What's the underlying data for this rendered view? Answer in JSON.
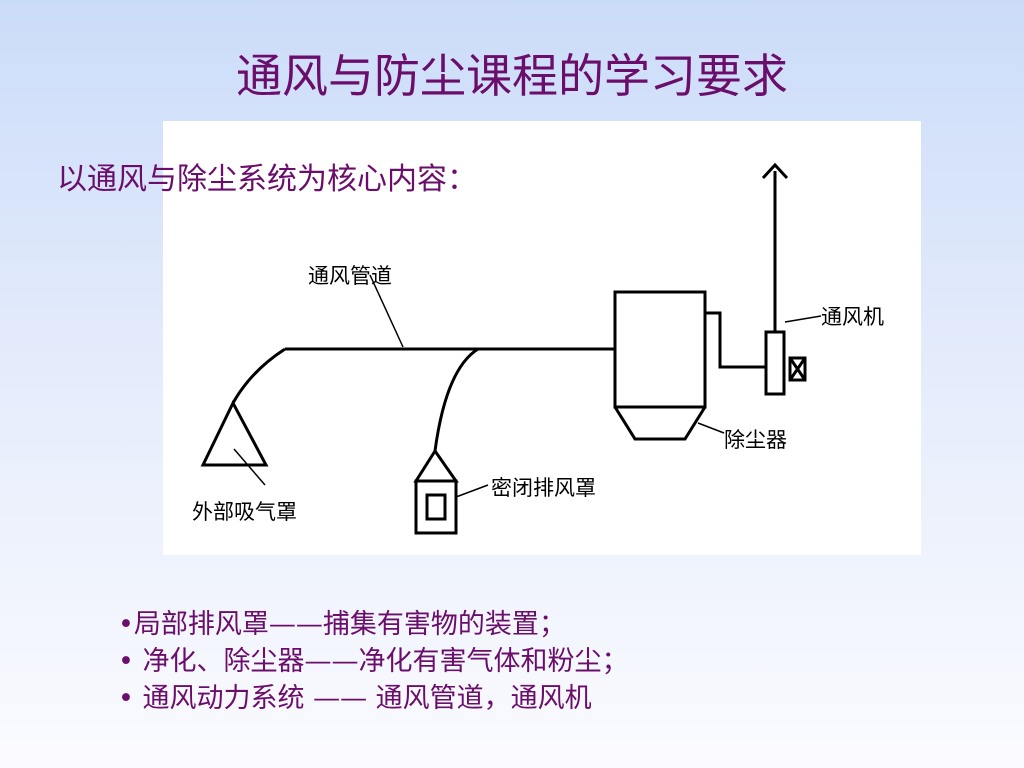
{
  "slide": {
    "title": "通风与防尘课程的学习要求",
    "subtitle": "以通风与除尘系统为核心内容："
  },
  "diagram": {
    "labels": {
      "duct": "通风管道",
      "fan": "通风机",
      "dust_collector": "除尘器",
      "enclosed_hood": "密闭排风罩",
      "external_hood": "外部吸气罩"
    }
  },
  "bullets": [
    "•局部排风罩——捕集有害物的装置；",
    "• 净化、除尘器——净化有害气体和粉尘；",
    "• 通风动力系统 —— 通风管道，通风机"
  ]
}
